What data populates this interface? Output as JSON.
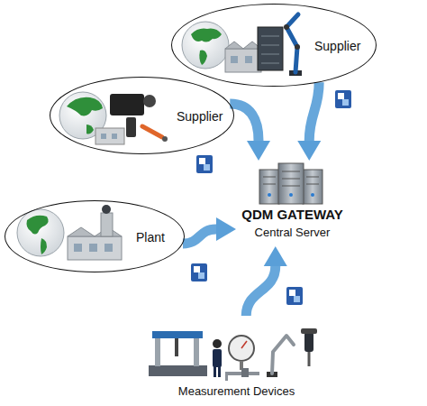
{
  "diagram": {
    "nodes": [
      {
        "text": [
          "Supplier"
        ]
      },
      {
        "text": [
          "Supplier"
        ]
      },
      {
        "text": [
          "QDM GATEWAY",
          "Central Server"
        ]
      },
      {
        "text": [
          "Plant"
        ]
      },
      {
        "text": [
          "Measurement Devices"
        ]
      }
    ],
    "edges": [
      {
        "from": 0,
        "to": 2,
        "arrow": "to"
      },
      {
        "from": 1,
        "to": 2,
        "arrow": "to"
      },
      {
        "from": 3,
        "to": 2,
        "arrow": "to"
      },
      {
        "from": 4,
        "to": 2,
        "arrow": "to"
      }
    ]
  }
}
